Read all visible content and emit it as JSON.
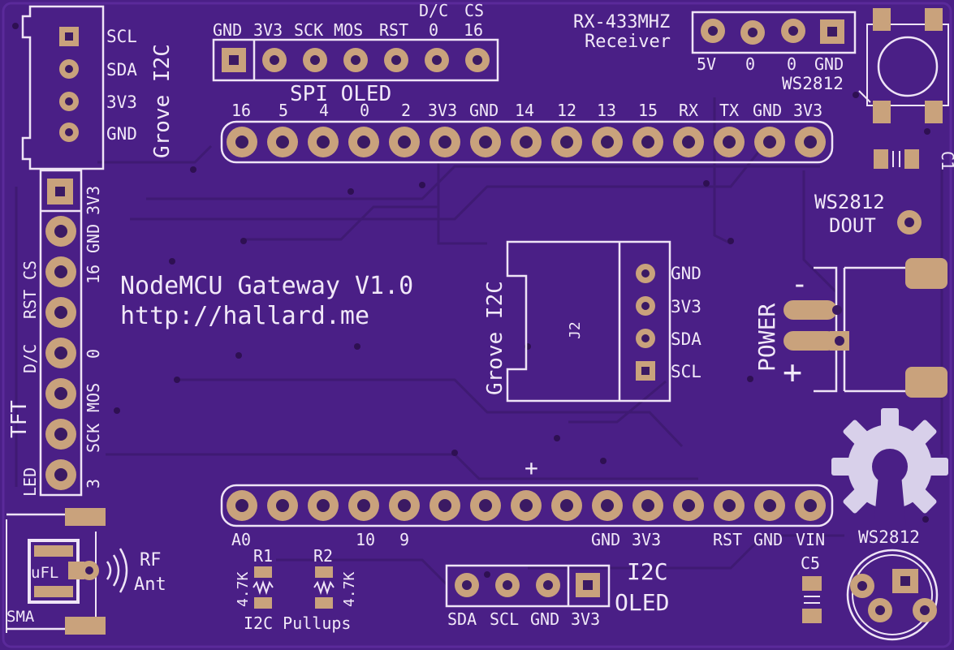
{
  "colors": {
    "board": "#4a1f86",
    "board_edge": "#5a2a9a",
    "trace": "#3f1a73",
    "silkscreen": "#f1e8f8",
    "pad": "#c9a27c",
    "drill": "#3b1a63"
  },
  "board": {
    "title": "NodeMCU Gateway V1.0",
    "url": "http://hallard.me"
  },
  "grove_top": {
    "title": "Grove I2C",
    "pins": [
      "SCL",
      "SDA",
      "3V3",
      "GND"
    ]
  },
  "spi_oled": {
    "title": "SPI OLED",
    "pins": [
      "GND",
      "3V3",
      "SCK",
      "MOS",
      "RST",
      "D/C\n0",
      "CS\n16"
    ],
    "pin_labels": [
      "GND",
      "3V3",
      "SCK",
      "MOS",
      "RST",
      "0",
      "16"
    ],
    "upper_labels": [
      "D/C",
      "CS"
    ]
  },
  "rx433": {
    "title_line1": "RX-433MHZ",
    "title_line2": "Receiver",
    "pins": [
      "5V",
      "0",
      "0",
      "GND"
    ]
  },
  "ws2812_top": {
    "label": "WS2812",
    "cap": "C1"
  },
  "ws2812_dout": {
    "line1": "WS2812",
    "line2": "DOUT"
  },
  "nodemcu_top": {
    "pins": [
      "16",
      "5",
      "4",
      "0",
      "2",
      "3V3",
      "GND",
      "14",
      "12",
      "13",
      "15",
      "RX",
      "TX",
      "GND",
      "3V3"
    ]
  },
  "nodemcu_bottom": {
    "labels": [
      "A0",
      "10",
      "9",
      "GND",
      "3V3",
      "RST",
      "GND",
      "VIN"
    ]
  },
  "tft": {
    "title": "TFT",
    "pins": [
      "3V3",
      "GND",
      "16",
      "0",
      "MOS",
      "SCK",
      "3"
    ],
    "left_labels": [
      "CS",
      "RST",
      "D/C",
      "LED"
    ]
  },
  "grove_j2": {
    "title": "Grove I2C",
    "ref": "J2",
    "pins": [
      "GND",
      "3V3",
      "SDA",
      "SCL"
    ]
  },
  "power": {
    "title": "POWER",
    "minus": "-",
    "plus": "+"
  },
  "rf": {
    "ufl": "uFL",
    "sma": "SMA",
    "label_line1": "RF",
    "label_line2": "Ant"
  },
  "pullups": {
    "r1": "R1",
    "r2": "R2",
    "r1_value": "4.7K",
    "r2_value": "4.7K",
    "label": "I2C Pullups"
  },
  "i2c_oled": {
    "title_line1": "I2C",
    "title_line2": "OLED",
    "pins": [
      "SDA",
      "SCL",
      "GND",
      "3V3"
    ]
  },
  "ws2812_bottom": {
    "label": "WS2812",
    "cap": "C5"
  },
  "icons": {
    "logo": "open-hardware-gear-icon",
    "antenna": "rf-signal-waves-icon"
  }
}
